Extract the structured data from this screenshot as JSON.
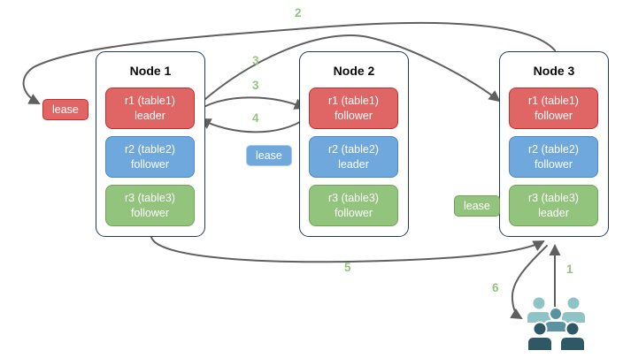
{
  "colors": {
    "background": "#ffffff",
    "node_border": "#23395b",
    "arrow": "#5f5f5f",
    "step_green": "#93c47d",
    "red_fill": "#e06666",
    "red_border": "#cc2a2a",
    "blue_fill": "#6fa8dc",
    "blue_border": "#4a86c8",
    "blue_lease_border": "#a8cdf0",
    "green_fill": "#93c47d",
    "green_border": "#6fa455",
    "users_light": "#8fc3c5",
    "users_mid": "#5a92a0",
    "users_dark": "#2f5866"
  },
  "nodes": [
    {
      "title": "Node 1",
      "replicas": [
        {
          "name": "r1 (table1)",
          "role": "leader",
          "color": "red"
        },
        {
          "name": "r2 (table2)",
          "role": "follower",
          "color": "blue"
        },
        {
          "name": "r3 (table3)",
          "role": "follower",
          "color": "green"
        }
      ]
    },
    {
      "title": "Node 2",
      "replicas": [
        {
          "name": "r1 (table1)",
          "role": "follower",
          "color": "red"
        },
        {
          "name": "r2 (table2)",
          "role": "leader",
          "color": "blue"
        },
        {
          "name": "r3 (table3)",
          "role": "follower",
          "color": "green"
        }
      ]
    },
    {
      "title": "Node 3",
      "replicas": [
        {
          "name": "r1 (table1)",
          "role": "follower",
          "color": "red"
        },
        {
          "name": "r2 (table2)",
          "role": "follower",
          "color": "blue"
        },
        {
          "name": "r3 (table3)",
          "role": "leader",
          "color": "green"
        }
      ]
    }
  ],
  "leases": [
    {
      "label": "lease",
      "color": "red"
    },
    {
      "label": "lease",
      "color": "blue"
    },
    {
      "label": "lease",
      "color": "green"
    }
  ],
  "steps": {
    "n1": "1",
    "n2": "2",
    "n3a": "3",
    "n3b": "3",
    "n4": "4",
    "n5": "5",
    "n6": "6"
  },
  "icons": {
    "users": "users-group-icon"
  }
}
